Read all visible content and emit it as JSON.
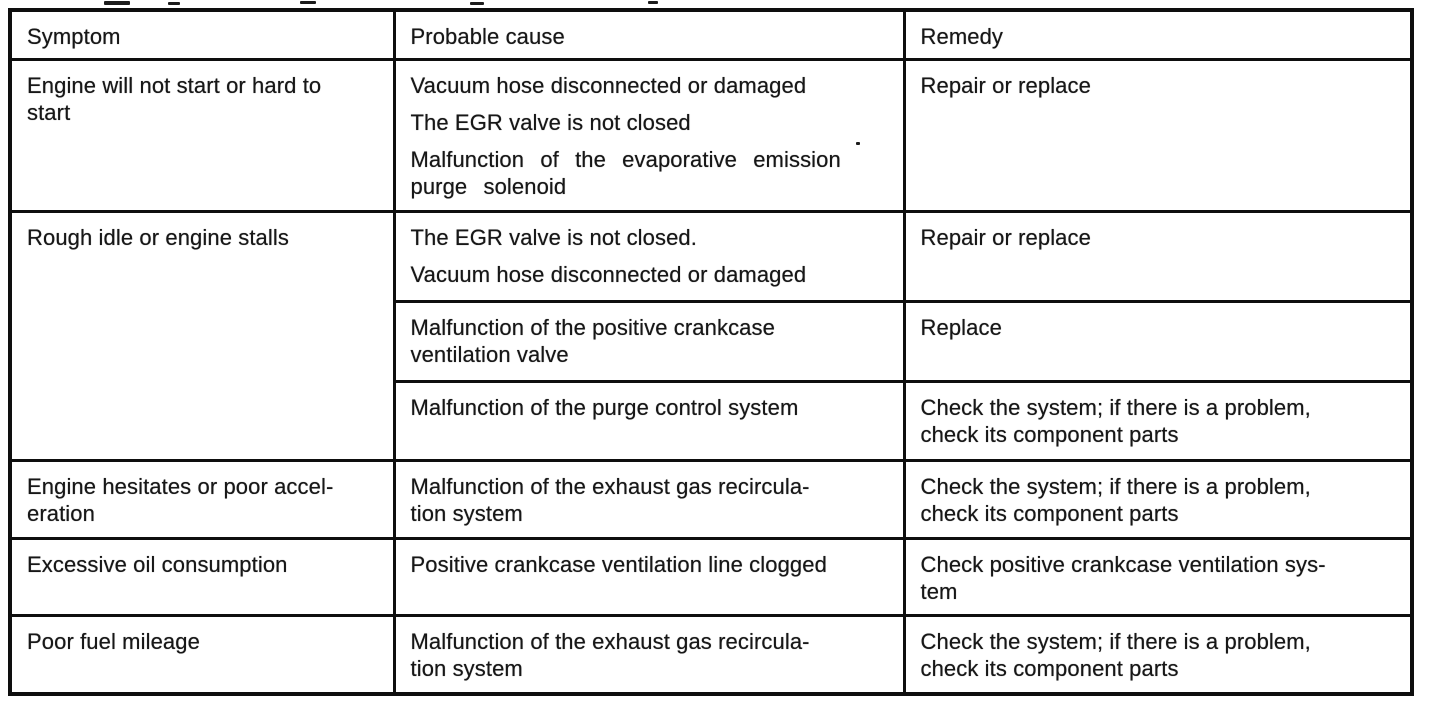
{
  "colors": {
    "paper": "#ffffff",
    "ink": "#171717",
    "grid_line": "#0e0e0e"
  },
  "table": {
    "column_headers": [
      "Symptom",
      "Probable cause",
      "Remedy"
    ],
    "rows": [
      {
        "symptom": "Engine will not start or hard to\nstart",
        "entries": [
          {
            "causes": [
              "Vacuum hose disconnected or damaged",
              "The EGR valve is not closed",
              "Malfunction of the evaporative emission\npurge solenoid"
            ],
            "remedy": "Repair or replace"
          }
        ]
      },
      {
        "symptom": "Rough idle or engine stalls",
        "entries": [
          {
            "causes": [
              "The EGR valve is not closed.",
              "Vacuum hose disconnected or damaged"
            ],
            "remedy": "Repair or replace"
          },
          {
            "causes": [
              "Malfunction of the positive crankcase\nventilation valve"
            ],
            "remedy": "Replace"
          },
          {
            "causes": [
              "Malfunction of the purge control system"
            ],
            "remedy": "Check the system; if there is a problem,\ncheck its component parts"
          }
        ]
      },
      {
        "symptom": "Engine hesitates or poor accel-\neration",
        "entries": [
          {
            "causes": [
              "Malfunction of the exhaust gas recircula-\ntion system"
            ],
            "remedy": "Check the system; if there is a problem,\ncheck its component parts"
          }
        ]
      },
      {
        "symptom": "Excessive oil consumption",
        "entries": [
          {
            "causes": [
              "Positive crankcase ventilation line clogged"
            ],
            "remedy": "Check positive crankcase ventilation sys-\ntem"
          }
        ]
      },
      {
        "symptom": "Poor fuel mileage",
        "entries": [
          {
            "causes": [
              "Malfunction of the exhaust gas recircula-\ntion system"
            ],
            "remedy": "Check the system; if there is a problem,\ncheck its component parts"
          }
        ]
      }
    ]
  }
}
